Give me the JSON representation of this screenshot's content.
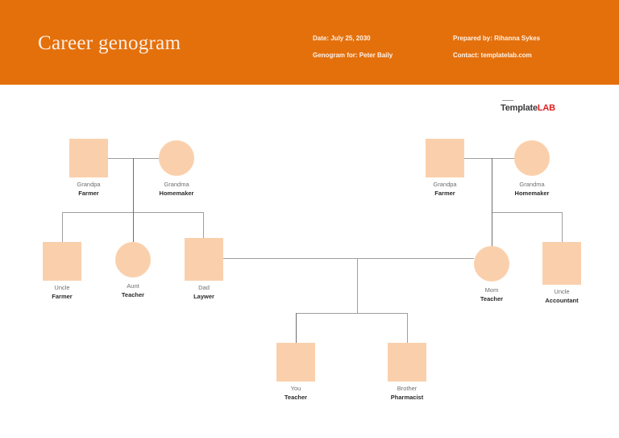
{
  "header": {
    "title": "Career genogram",
    "meta_left": [
      "Date: July 25, 2030",
      "Genogram for: Peter Baily"
    ],
    "meta_right": [
      "Prepared by: Rihanna Sykes",
      "Contact: templatelab.com"
    ],
    "bg_color": "#E4700C",
    "text_color": "#FDF3EA"
  },
  "logo": {
    "part1": "Template",
    "part2": "LAB",
    "part1_color": "#3A3A3A",
    "part2_color": "#E02020"
  },
  "diagram": {
    "node_fill": "#FAD0AC",
    "line_color": "#9E9E9E",
    "nodes": {
      "paternal_grandpa": {
        "role": "Grandpa",
        "job": "Farmer",
        "shape": "square"
      },
      "paternal_grandma": {
        "role": "Grandma",
        "job": "Homemaker",
        "shape": "circle"
      },
      "maternal_grandpa": {
        "role": "Grandpa",
        "job": "Farmer",
        "shape": "square"
      },
      "maternal_grandma": {
        "role": "Grandma",
        "job": "Homemaker",
        "shape": "circle"
      },
      "uncle_paternal": {
        "role": "Uncle",
        "job": "Farmer",
        "shape": "square"
      },
      "aunt_paternal": {
        "role": "Aunt",
        "job": "Teacher",
        "shape": "circle"
      },
      "dad": {
        "role": "Dad",
        "job": "Laywer",
        "shape": "square"
      },
      "mom": {
        "role": "Mom",
        "job": "Teacher",
        "shape": "circle"
      },
      "uncle_maternal": {
        "role": "Uncle",
        "job": "Accountant",
        "shape": "square"
      },
      "you": {
        "role": "You",
        "job": "Teacher",
        "shape": "square"
      },
      "brother": {
        "role": "Brother",
        "job": "Pharmacist",
        "shape": "square"
      }
    }
  }
}
